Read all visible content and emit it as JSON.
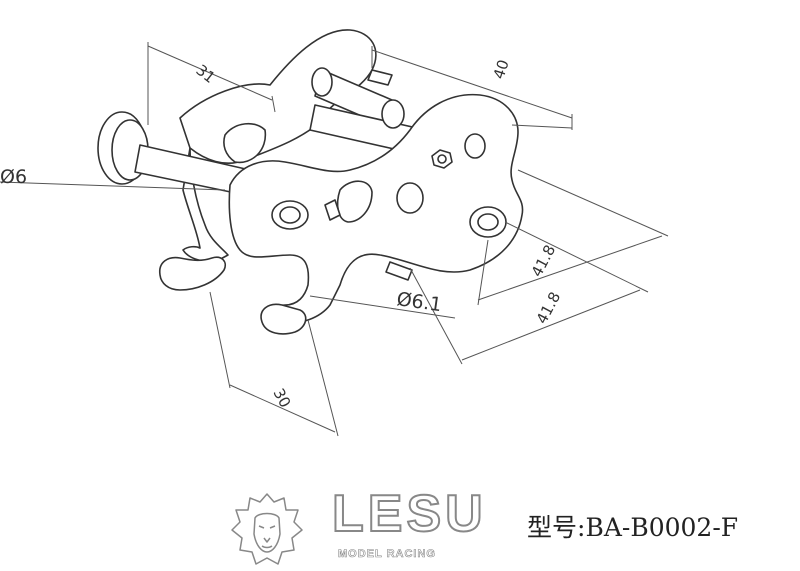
{
  "drawing": {
    "dimensions": {
      "top_width": "31",
      "top_length": "40",
      "pin_diameter_left": "Ø6",
      "pin_diameter_right": "Ø6.1",
      "front_length": "41.8",
      "rear_length": "41.8",
      "bottom_width": "30"
    },
    "line_color": "#333333"
  },
  "brand": {
    "logo_name": "LESU",
    "logo_subtitle": "MODEL RACING",
    "model_label": "型号",
    "model_separator": ":",
    "model_number": "BA-B0002-F",
    "logo_color": "#888888"
  }
}
